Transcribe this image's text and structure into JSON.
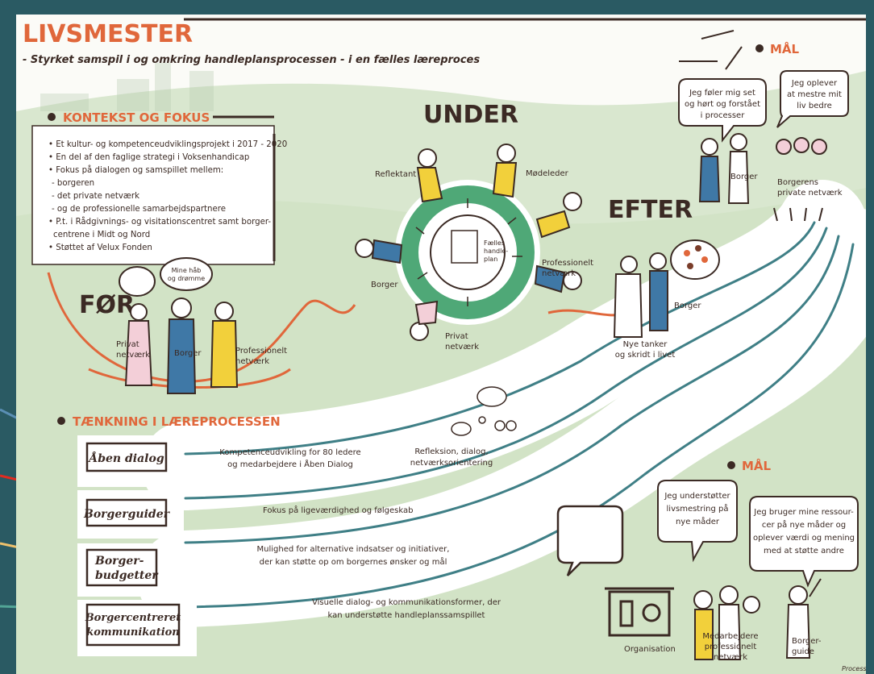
{
  "title": "LIVSMESTER",
  "subtitle": "- Styrket samspil i og omkring handleplansprocessen - i en fælles læreproces",
  "kontekst": {
    "heading": "KONTEKST OG FOKUS",
    "lines": [
      "• Et kultur- og kompetenceudviklingsprojekt i 2017 - 2020",
      "• En del af den faglige strategi i Voksenhandicap",
      "• Fokus på dialogen og samspillet mellem:",
      "- borgeren",
      "- det private netværk",
      "- og de professionelle samarbejdspartnere",
      "• P.t. i Rådgivnings- og visitationscentret samt borger-",
      "centrene i Midt og Nord",
      "• Støttet af Velux Fonden"
    ]
  },
  "phases": {
    "before": "FØR",
    "during": "UNDER",
    "after": "EFTER"
  },
  "before": {
    "bubble_line1": "Mine håb",
    "bubble_line2": "og drømme",
    "privat_1": "Privat",
    "privat_2": "netværk",
    "borger": "Borger",
    "prof_1": "Professionelt",
    "prof_2": "netværk"
  },
  "under": {
    "reflektant": "Reflektant",
    "modeleder": "Mødeleder",
    "borger": "Borger",
    "prof_1": "Professionelt",
    "prof_2": "netværk",
    "privat_1": "Privat",
    "privat_2": "netværk",
    "center_1": "Fælles",
    "center_2": "handle-",
    "center_3": "plan"
  },
  "after": {
    "borger": "Borger",
    "nye_1": "Nye tanker",
    "nye_2": "og skridt i livet"
  },
  "goal_top": {
    "heading": "MÅL",
    "bubble1_l1": "Jeg føler mig set",
    "bubble1_l2": "og hørt og forstået",
    "bubble1_l3": "i processer",
    "bubble2_l1": "Jeg oplever",
    "bubble2_l2": "at mestre mit",
    "bubble2_l3": "liv bedre",
    "borger": "Borger",
    "private_1": "Borgerens",
    "private_2": "private netværk"
  },
  "tankning": {
    "heading": "TÆNKNING I LÆREPROCESSEN",
    "reflection_1": "Refleksion, dialog,",
    "reflection_2": "netværksorientering",
    "items": [
      {
        "label_1": "Åben dialog",
        "label_2": "",
        "desc_1": "Kompetenceudvikling for 80 ledere",
        "desc_2": "og medarbejdere i Åben Dialog"
      },
      {
        "label_1": "Borgerguider",
        "label_2": "",
        "desc_1": "Fokus på ligeværdighed og følgeskab",
        "desc_2": ""
      },
      {
        "label_1": "Borger-",
        "label_2": "budgetter",
        "desc_1": "Mulighed for alternative indsatser og initiativer,",
        "desc_2": "der kan støtte op om borgernes ønsker og mål"
      },
      {
        "label_1": "Borgercentreret",
        "label_2": "kommunikation",
        "desc_1": "Visuelle dialog- og kommunikationsformer, der",
        "desc_2": "kan understøtte handleplanssamspillet"
      }
    ]
  },
  "goal_bottom": {
    "heading": "MÅL",
    "bubble1_l1": "Jeg understøtter",
    "bubble1_l2": "livsmestring på",
    "bubble1_l3": "nye måder",
    "bubble2_l1": "Jeg bruger mine ressour-",
    "bubble2_l2": "cer på nye måder og",
    "bubble2_l3": "oplever værdi og mening",
    "bubble2_l4": "med at støtte andre",
    "organisation": "Organisation",
    "medarb_1": "Medarbejdere",
    "medarb_2": "professionelt",
    "medarb_3": "netværk",
    "guide_1": "Borger-",
    "guide_2": "guide"
  },
  "credit": "Processo",
  "colors": {
    "accent": "#e0673b",
    "ink": "#3b2a24",
    "green": "#4fa877",
    "road": "#3f7f86",
    "hill": "#d9e7cf",
    "background": "#2a5a63",
    "arrow_blue": "#5b8fb5",
    "arrow_red": "#e12b20",
    "arrow_yellow": "#efc16c",
    "arrow_teal": "#52a596"
  }
}
